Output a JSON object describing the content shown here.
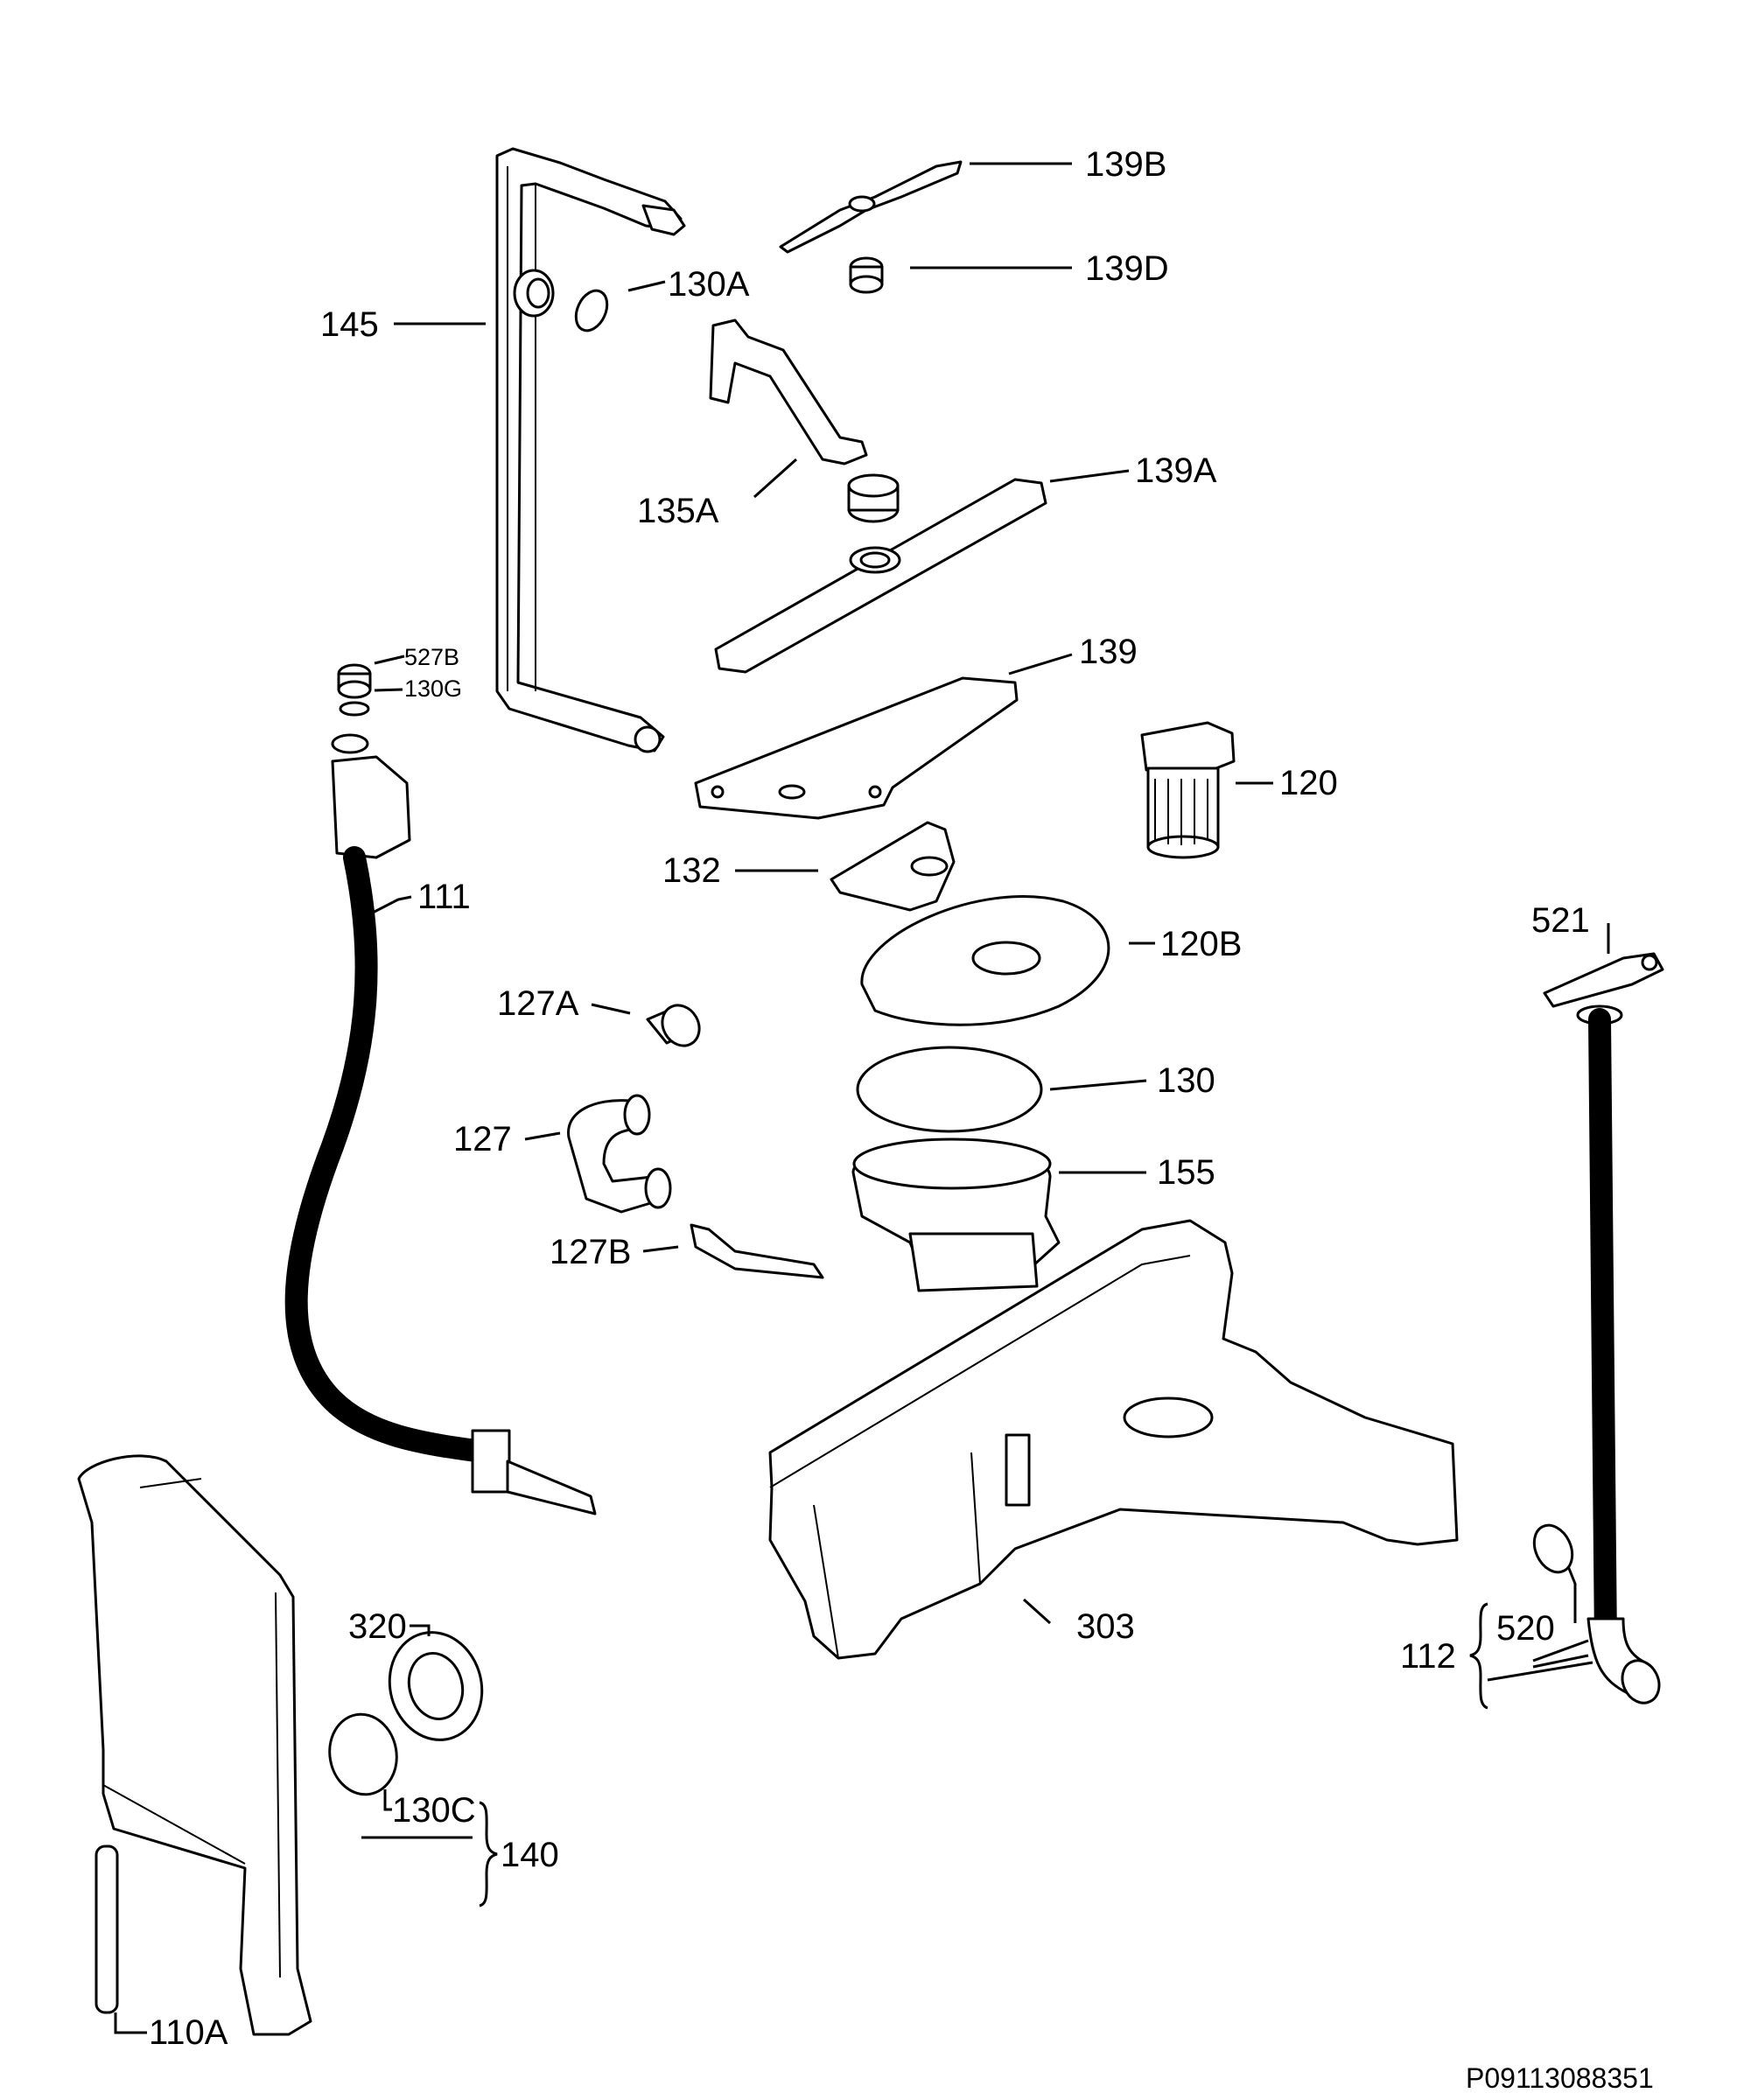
{
  "diagram": {
    "drawing_code": "P09113088351",
    "labels": {
      "l139B": "139B",
      "l139D": "139D",
      "l130A": "130A",
      "l145": "145",
      "l135A": "135A",
      "l139A": "139A",
      "l527B": "527B",
      "l130G": "130G",
      "l139": "139",
      "l120": "120",
      "l111": "111",
      "l132": "132",
      "l120B": "120B",
      "l521": "521",
      "l127A": "127A",
      "l130": "130",
      "l127": "127",
      "l155": "155",
      "l127B": "127B",
      "l303": "303",
      "l320": "320",
      "l112": "112",
      "l520": "520",
      "l130C": "130C",
      "l140": "140",
      "l110A": "110A"
    }
  }
}
